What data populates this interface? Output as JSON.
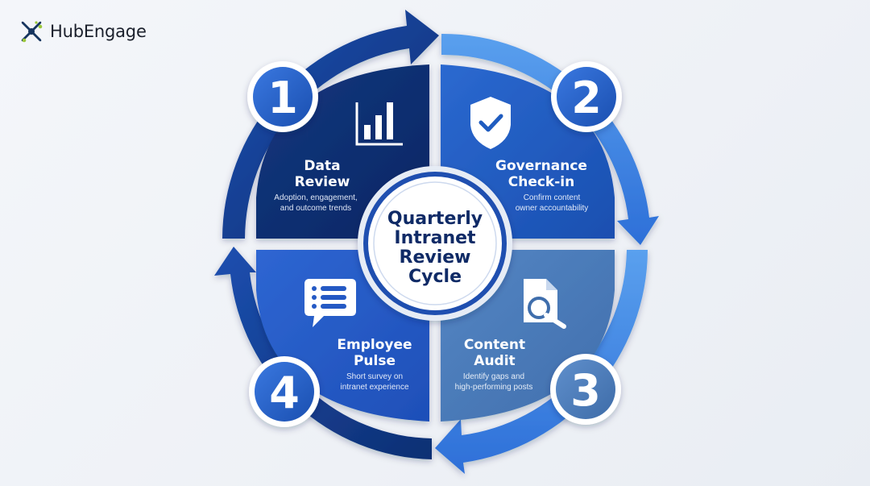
{
  "brand": {
    "name": "HubEngage",
    "logo_icon": "hubengage-logo-icon"
  },
  "center": {
    "lines": [
      "Quarterly",
      "Intranet",
      "Review",
      "Cycle"
    ]
  },
  "steps": [
    {
      "number": "1",
      "title_lines": [
        "Data",
        "Review"
      ],
      "desc_lines": [
        "Adoption, engagement,",
        "and outcome trends"
      ],
      "icon": "bar-chart-icon",
      "color": "#0f2e6e"
    },
    {
      "number": "2",
      "title_lines": [
        "Governance",
        "Check-in"
      ],
      "desc_lines": [
        "Confirm content",
        "owner accountability"
      ],
      "icon": "shield-check-icon",
      "color": "#1f5cc0"
    },
    {
      "number": "3",
      "title_lines": [
        "Content",
        "Audit"
      ],
      "desc_lines": [
        "Identify gaps and",
        "high-performing posts"
      ],
      "icon": "document-search-icon",
      "color": "#4a79b8"
    },
    {
      "number": "4",
      "title_lines": [
        "Employee",
        "Pulse"
      ],
      "desc_lines": [
        "Short survey on",
        "intranet experience"
      ],
      "icon": "survey-message-icon",
      "color": "#2459c4"
    }
  ]
}
